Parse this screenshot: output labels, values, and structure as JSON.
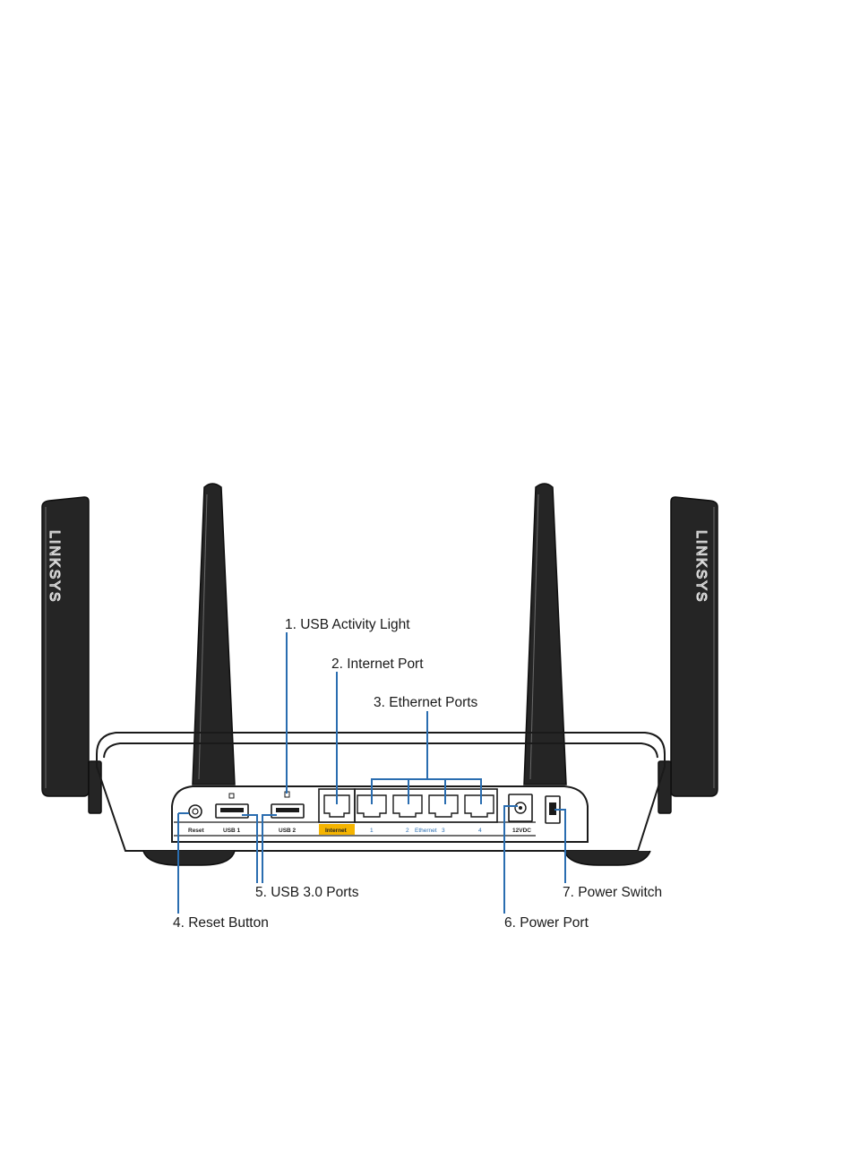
{
  "callouts": {
    "usb_activity_light": "1. USB Activity Light",
    "internet_port": "2. Internet Port",
    "ethernet_ports": "3. Ethernet Ports",
    "reset_button": "4. Reset Button",
    "usb_ports": "5. USB 3.0 Ports",
    "power_port": "6. Power Port",
    "power_switch": "7. Power Switch"
  },
  "port_labels": {
    "reset": "Reset",
    "usb1": "USB 1",
    "usb2": "USB 2",
    "internet": "Internet",
    "eth1": "1",
    "eth2": "2",
    "ethernet": "Ethernet",
    "eth3": "3",
    "eth4": "4",
    "dc": "12VDC"
  },
  "brand": {
    "left": "LINKSYS",
    "right": "LINKSYS"
  },
  "colors": {
    "leader_lines": "#2a6db0",
    "internet_highlight": "#f5b400",
    "device_body": "#1a1a1a"
  }
}
